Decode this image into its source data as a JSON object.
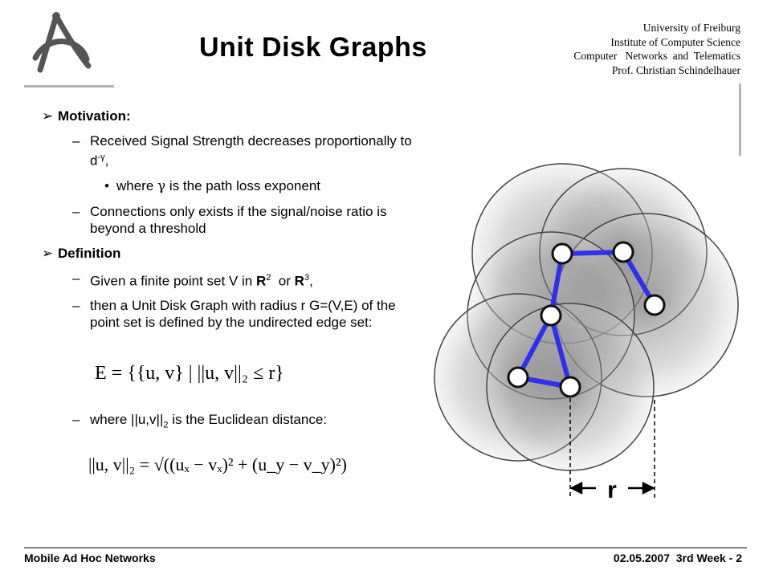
{
  "header": {
    "title": "Unit Disk Graphs",
    "institution_lines": [
      "University of Freiburg",
      "Institute of Computer Science",
      "Computer   Networks  and  Telematics",
      "Prof. Christian Schindelhauer"
    ]
  },
  "content": {
    "motivation": {
      "heading": "Motivation:",
      "item1": {
        "text": "Received Signal Strength decreases proportionally to d",
        "exp": "-γ",
        "tail": ","
      },
      "item1_sub": {
        "pre": "where ",
        "sym": "γ",
        "post": " is the path loss exponent"
      },
      "item2": "Connections only exists if the signal/noise ratio is beyond a threshold"
    },
    "definition": {
      "heading": "Definition",
      "item1": {
        "a": "Given a finite point set V in ",
        "r1": "R",
        "e1": "2",
        "mid": "  or ",
        "r2": "R",
        "e2": "3",
        "end": ","
      },
      "item2": "then a Unit Disk Graph with radius r G=(V,E) of the point set is defined by the undirected edge set:",
      "item3": {
        "a": "where ||u,v||",
        "sub": "2",
        "b": " is the Euclidean distance:"
      }
    },
    "equations": {
      "edge_set": "E = {{u, v}  |  ||u, v||₂ ≤ r}",
      "distance": "||u, v||₂ = √((uₓ − vₓ)² + (u_y − v_y)²)"
    }
  },
  "diagram": {
    "radius_label": "r",
    "edge_color": "#2f2ff0"
  },
  "footer": {
    "left": "Mobile Ad Hoc Networks",
    "right": "02.05.2007  3rd Week - 2"
  }
}
